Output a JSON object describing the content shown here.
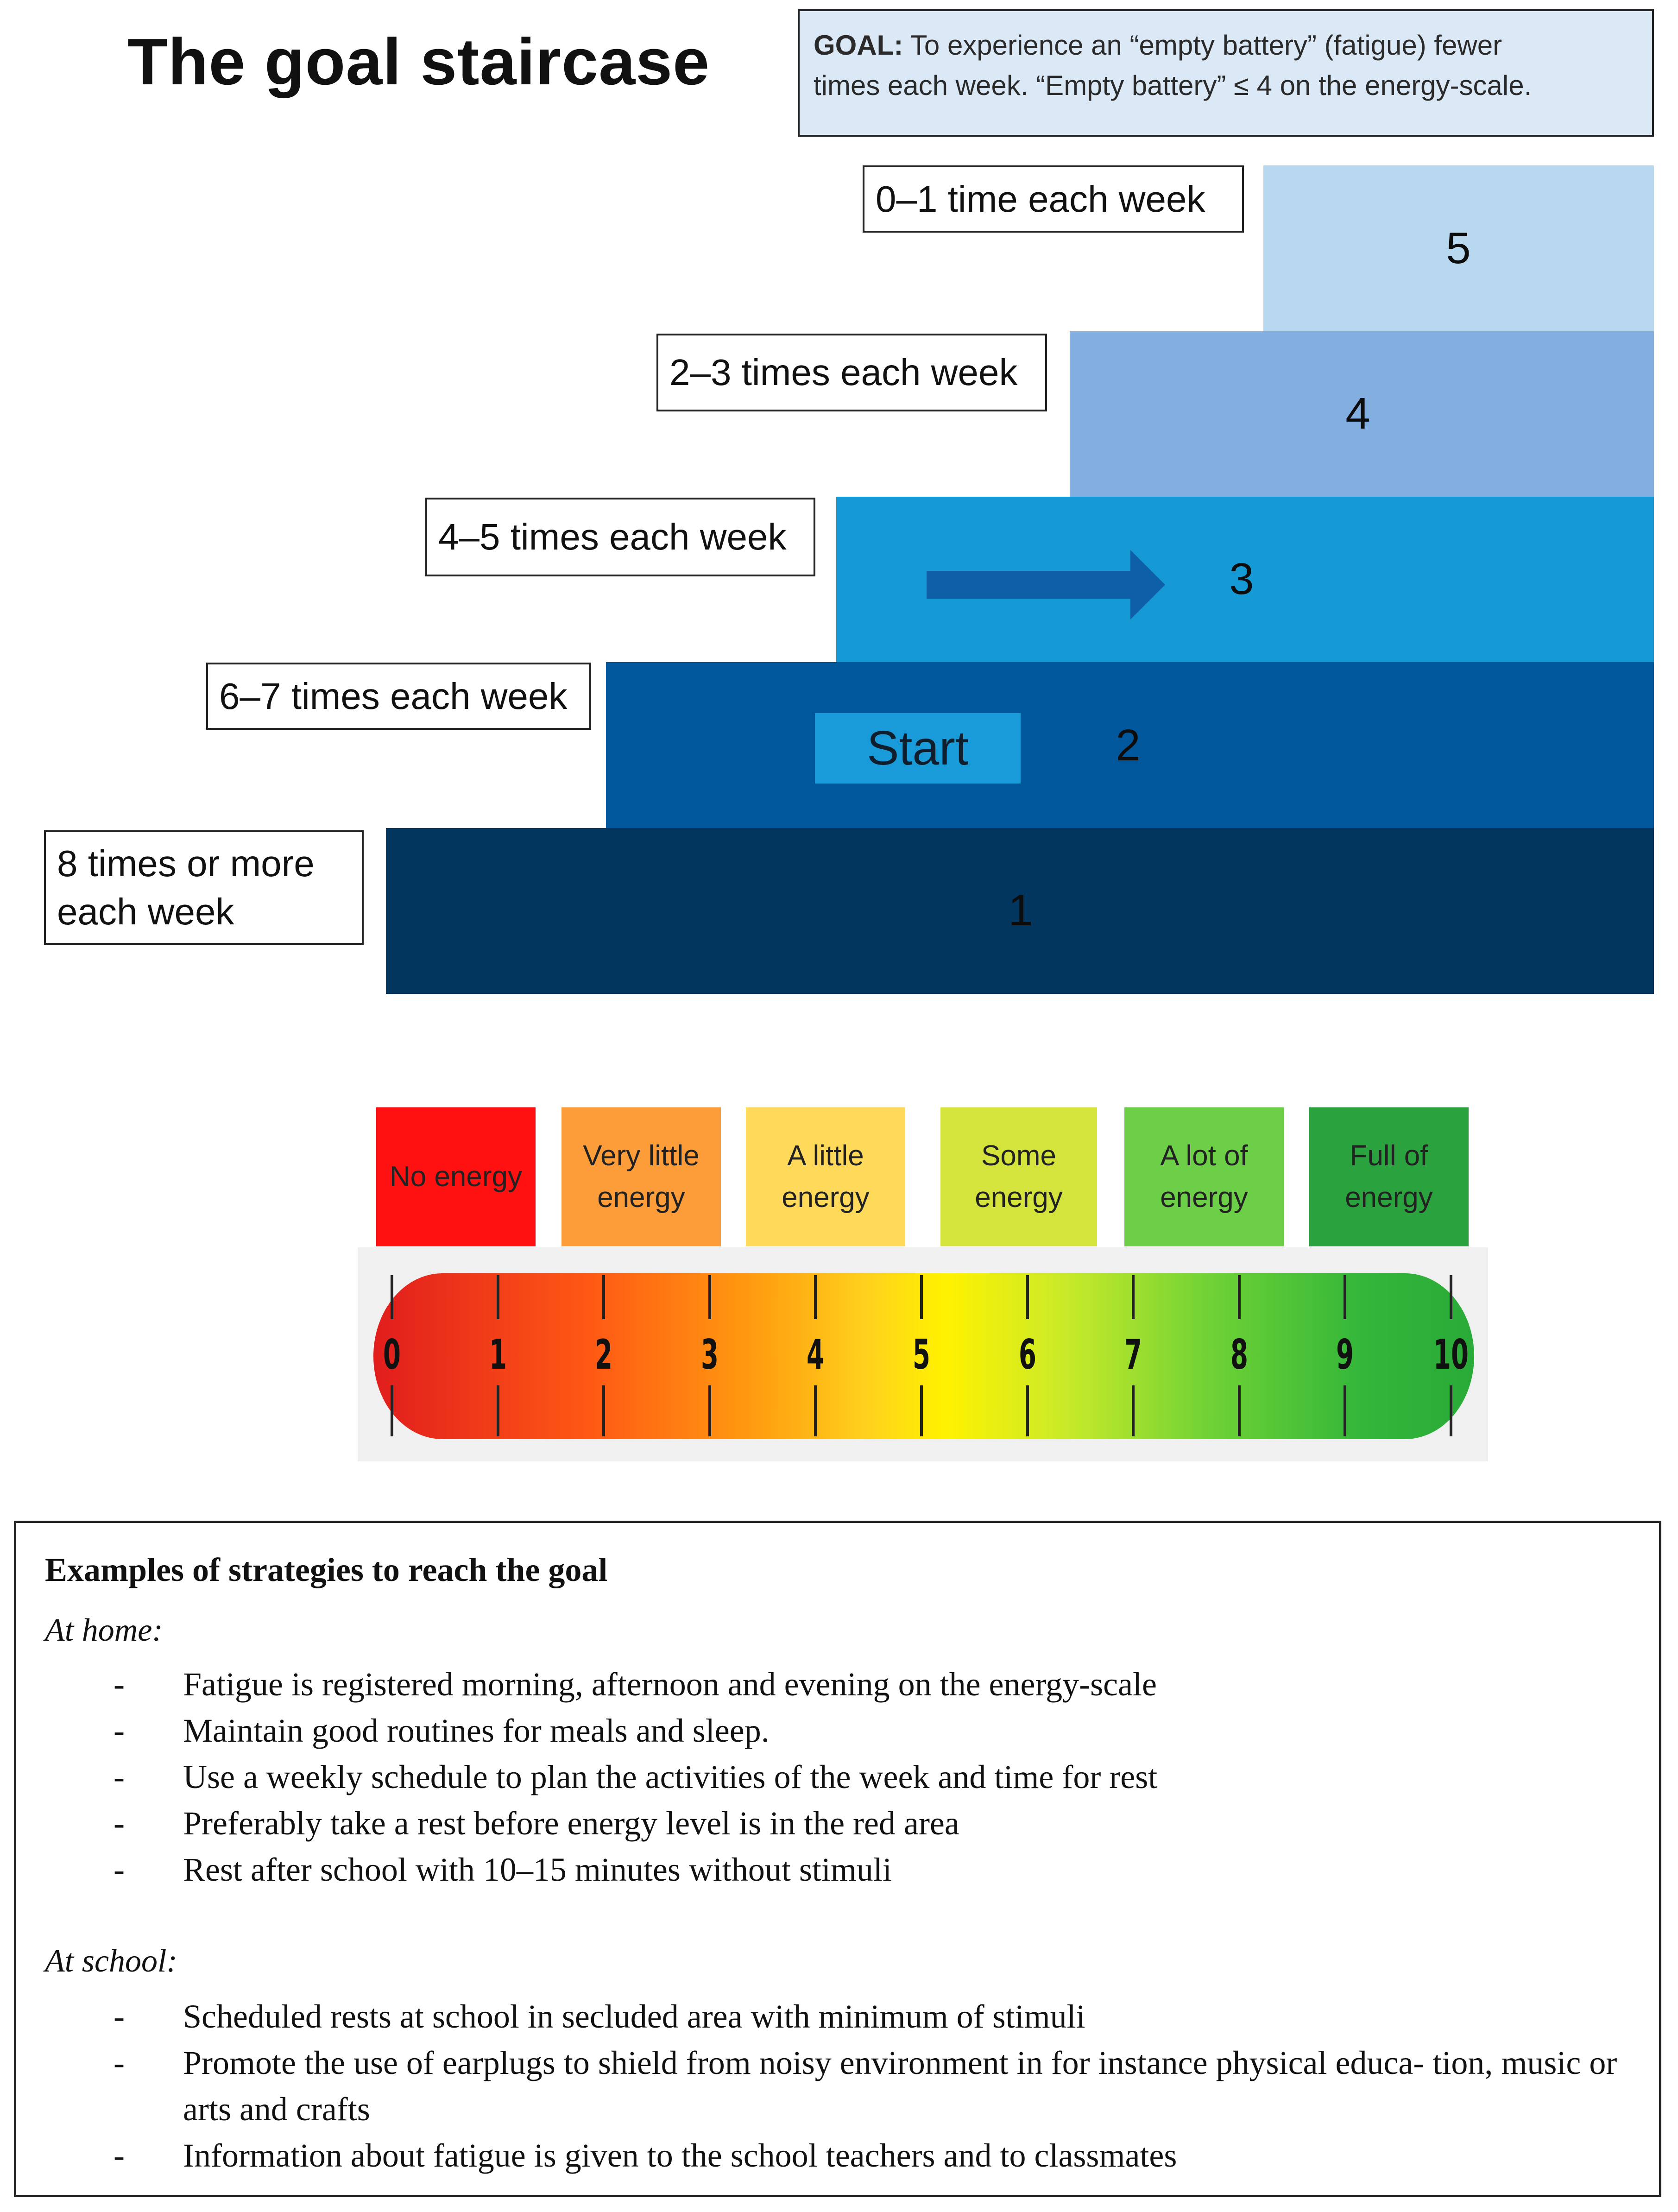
{
  "title": "The goal staircase",
  "goal": {
    "prefix": "GOAL:",
    "line1": " To experience  an “empty battery” (fatigue) fewer",
    "line2": "times each week. “Empty battery” ≤ 4 on the energy-scale."
  },
  "staircase": {
    "steps": [
      {
        "number": "1",
        "label": "8 times or more each week",
        "color": "#02365f"
      },
      {
        "number": "2",
        "label": "6–7 times each week",
        "color": "#01579b"
      },
      {
        "number": "3",
        "label": "4–5 times each week",
        "color": "#169ad6"
      },
      {
        "number": "4",
        "label": "2–3 times each week",
        "color": "#83aee0"
      },
      {
        "number": "5",
        "label": "0–1 time each week",
        "color": "#b8d8f0"
      }
    ],
    "start_label": "Start",
    "arrow_color": "#0f5ea8"
  },
  "energy_scale": {
    "levels": [
      {
        "label": "No energy",
        "color": "#ff1111"
      },
      {
        "label": "Very little energy",
        "color": "#fd9d3a"
      },
      {
        "label": "A little energy",
        "color": "#ffd95a"
      },
      {
        "label": "Some energy",
        "color": "#d4e43c"
      },
      {
        "label": "A lot of energy",
        "color": "#6dce47"
      },
      {
        "label": "Full of energy",
        "color": "#2aa33e"
      }
    ],
    "ticks": [
      "0",
      "1",
      "2",
      "3",
      "4",
      "5",
      "6",
      "7",
      "8",
      "9",
      "10"
    ]
  },
  "strategies": {
    "heading": "Examples of strategies to reach the goal",
    "home_title": "At home:",
    "home_items": [
      "Fatigue is registered morning, afternoon and evening on the energy-scale",
      "Maintain good routines for meals and sleep.",
      "Use a weekly schedule to plan the activities of the week and time for rest",
      "Preferably take a rest before energy level is in the red area",
      "Rest after school with 10–15 minutes without stimuli"
    ],
    "school_title": "At school:",
    "school_items": [
      "Scheduled rests at school in secluded area with minimum of stimuli",
      "Promote the use of earplugs to shield from noisy environment in for instance physical educa- tion, music or arts and crafts",
      "Information about fatigue is given to the school teachers and to classmates"
    ],
    "bullet": "-"
  }
}
